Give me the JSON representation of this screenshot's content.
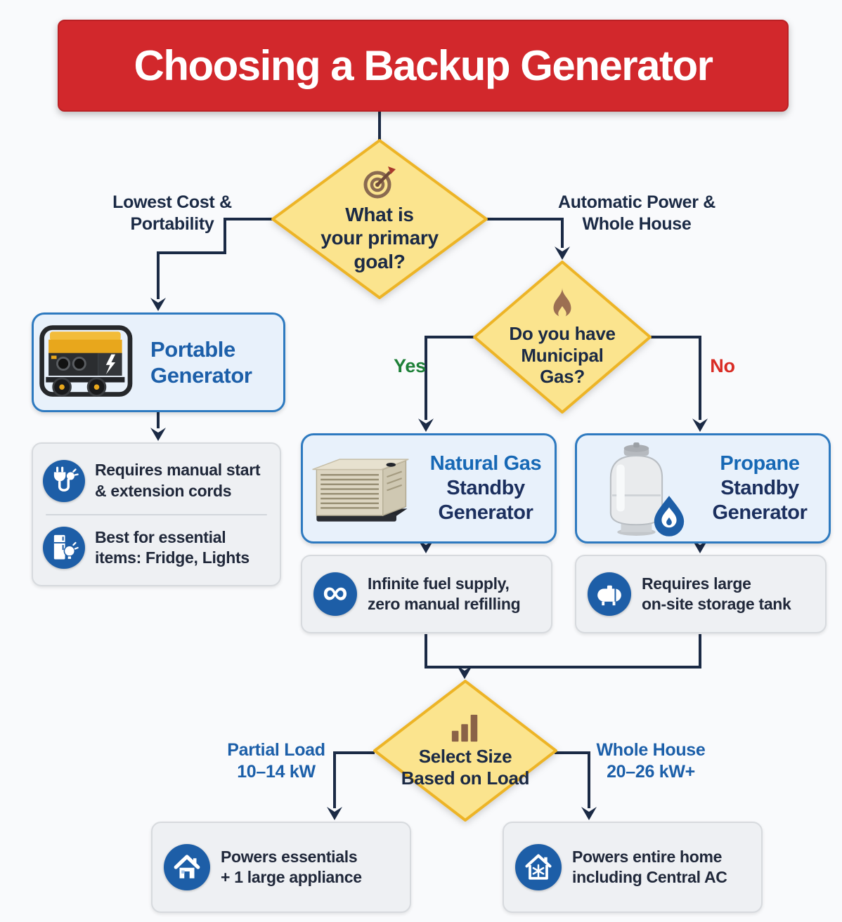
{
  "title": "Choosing a Backup Generator",
  "colors": {
    "banner_red": "#d2282c",
    "diamond_yellow": "#fbe48e",
    "diamond_border": "#edb426",
    "connector_navy": "#1b2a45",
    "heading_blue": "#1c5fa9",
    "subheading_light_blue": "#1668b5",
    "subheading_navy": "#1b2f5e",
    "icon_circle_blue": "#1d5ea7",
    "yes_green": "#1e8038",
    "no_red": "#d92c25",
    "icon_brown": "#8a6248"
  },
  "flow": {
    "decision_goal": {
      "icon": "target-icon",
      "question": "What is\nyour primary\ngoal?"
    },
    "branch_left_label": "Lowest Cost &\nPortability",
    "branch_right_label": "Automatic Power &\nWhole House",
    "portable": {
      "title": "Portable\nGenerator"
    },
    "portable_notes": [
      {
        "icon": "plug-cord-icon",
        "text": "Requires manual start\n& extension cords"
      },
      {
        "icon": "fridge-lights-icon",
        "text": "Best for essential\nitems: Fridge, Lights"
      }
    ],
    "decision_gas": {
      "icon": "flame-icon",
      "question": "Do you have\nMunicipal\nGas?",
      "yes_label": "Yes",
      "no_label": "No"
    },
    "natural_gas": {
      "title_line1": "Natural Gas",
      "title_rest": "Standby\nGenerator",
      "note": {
        "icon": "infinity-icon",
        "glyph": "∞",
        "text": "Infinite fuel supply,\nzero manual refilling"
      }
    },
    "propane": {
      "title_line1": "Propane",
      "title_rest": "Standby\nGenerator",
      "note": {
        "icon": "storage-tank-icon",
        "text": "Requires large\non-site storage tank"
      }
    },
    "decision_size": {
      "icon": "bar-chart-icon",
      "question": "Select Size\nBased on Load"
    },
    "partial_label": "Partial Load\n10–14 kW",
    "whole_label": "Whole House\n20–26 kW+",
    "outcome_partial": {
      "icon": "house-icon",
      "text": "Powers essentials\n+ 1 large appliance"
    },
    "outcome_whole": {
      "icon": "house-ac-icon",
      "text": "Powers entire home\nincluding Central AC"
    }
  }
}
